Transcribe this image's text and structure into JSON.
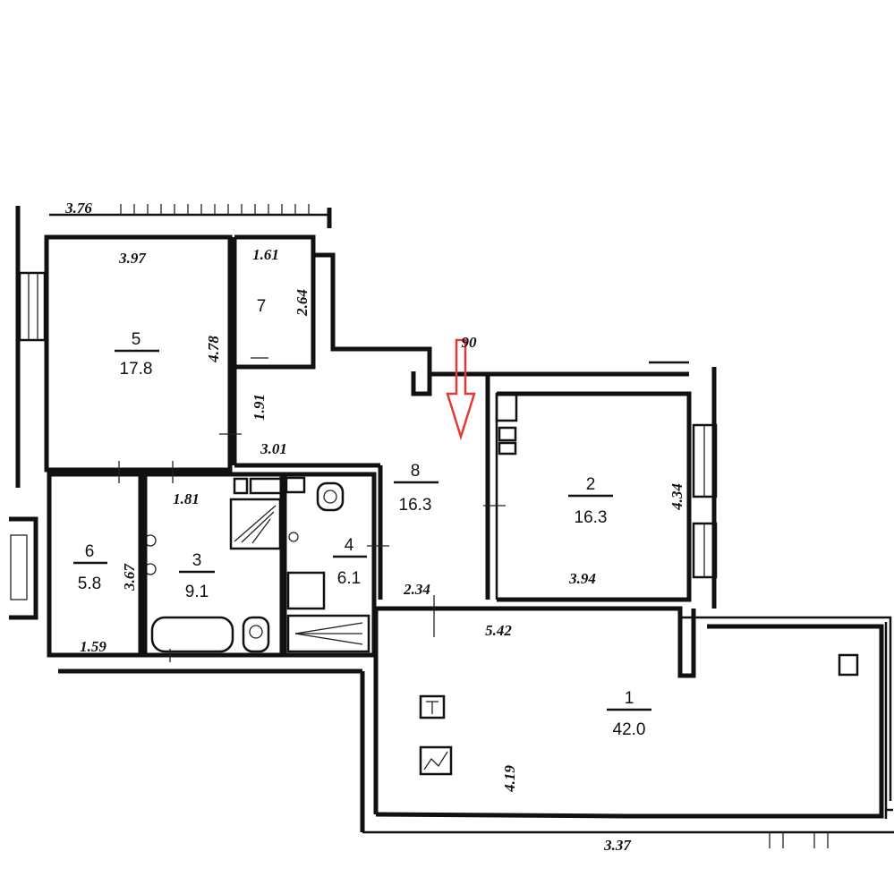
{
  "plan": {
    "rooms": [
      {
        "number": "5",
        "area": "17.8"
      },
      {
        "number": "7",
        "area": ""
      },
      {
        "number": "8",
        "area": "16.3"
      },
      {
        "number": "2",
        "area": "16.3"
      },
      {
        "number": "6",
        "area": "5.8"
      },
      {
        "number": "3",
        "area": "9.1"
      },
      {
        "number": "4",
        "area": "6.1"
      },
      {
        "number": "1",
        "area": "42.0"
      }
    ],
    "dimensions": {
      "top_partial": "3.76",
      "r5_width": "3.97",
      "r5_height": "4.78",
      "r7_width": "1.61",
      "r7_height": "2.64",
      "corr_height": "1.91",
      "corr_width": "3.01",
      "arrow_label": "90",
      "r3_width": "1.81",
      "r6_height": "3.67",
      "r6_width": "1.59",
      "r2_height": "4.34",
      "r2_width": "3.94",
      "r8_width": "2.34",
      "r1_width": "5.42",
      "r1_height": "4.19",
      "bottom_partial": "3.37"
    },
    "arrow_color": "#e53935"
  }
}
